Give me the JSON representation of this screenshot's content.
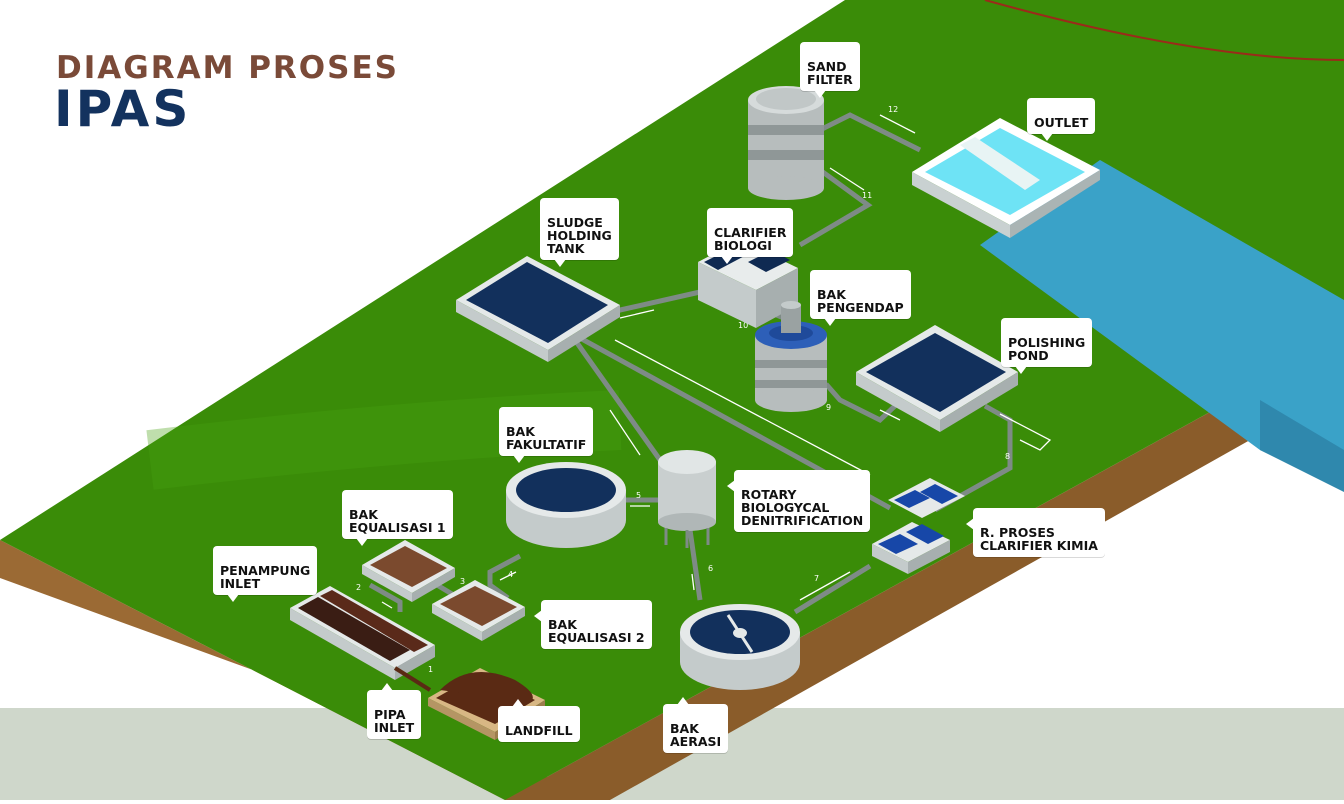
{
  "title": {
    "line1": "DIAGRAM  PROSES",
    "line2": "IPAS"
  },
  "labels": {
    "sand_filter": "SAND\nFILTER",
    "outlet": "OUTLET",
    "clarifier_biologi": "CLARIFIER\nBIOLOGI",
    "sludge_holding_tank": "SLUDGE\nHOLDING\nTANK",
    "bak_pengendap": "BAK\nPENGENDAP",
    "polishing_pond": "POLISHING\nPOND",
    "bak_fakultatif": "BAK\nFAKULTATIF",
    "rotary": "ROTARY\nBIOLOGYCAL\nDENITRIFICATION",
    "bak_equalisasi_1": "BAK\nEQUALISASI 1",
    "penampung_inlet": "PENAMPUNG\nINLET",
    "bak_equalisasi_2": "BAK\nEQUALISASI 2",
    "r_proses": "R. PROSES\nCLARIFIER KIMIA",
    "pipa_inlet": "PIPA\nINLET",
    "landfill": "LANDFILL",
    "bak_aerasi": "BAK\nAERASI"
  },
  "flow_numbers": [
    "1",
    "2",
    "3",
    "4",
    "5",
    "6",
    "7",
    "8",
    "9",
    "10",
    "11",
    "12"
  ],
  "colors": {
    "grass": "#3a8c08",
    "soil": "#9b6a34",
    "water": "#3aa2c8",
    "tank_water": "#0f2a52",
    "ground_strip": "#cfd7cb",
    "title_brown": "#7a4a38",
    "title_blue": "#13325e"
  }
}
